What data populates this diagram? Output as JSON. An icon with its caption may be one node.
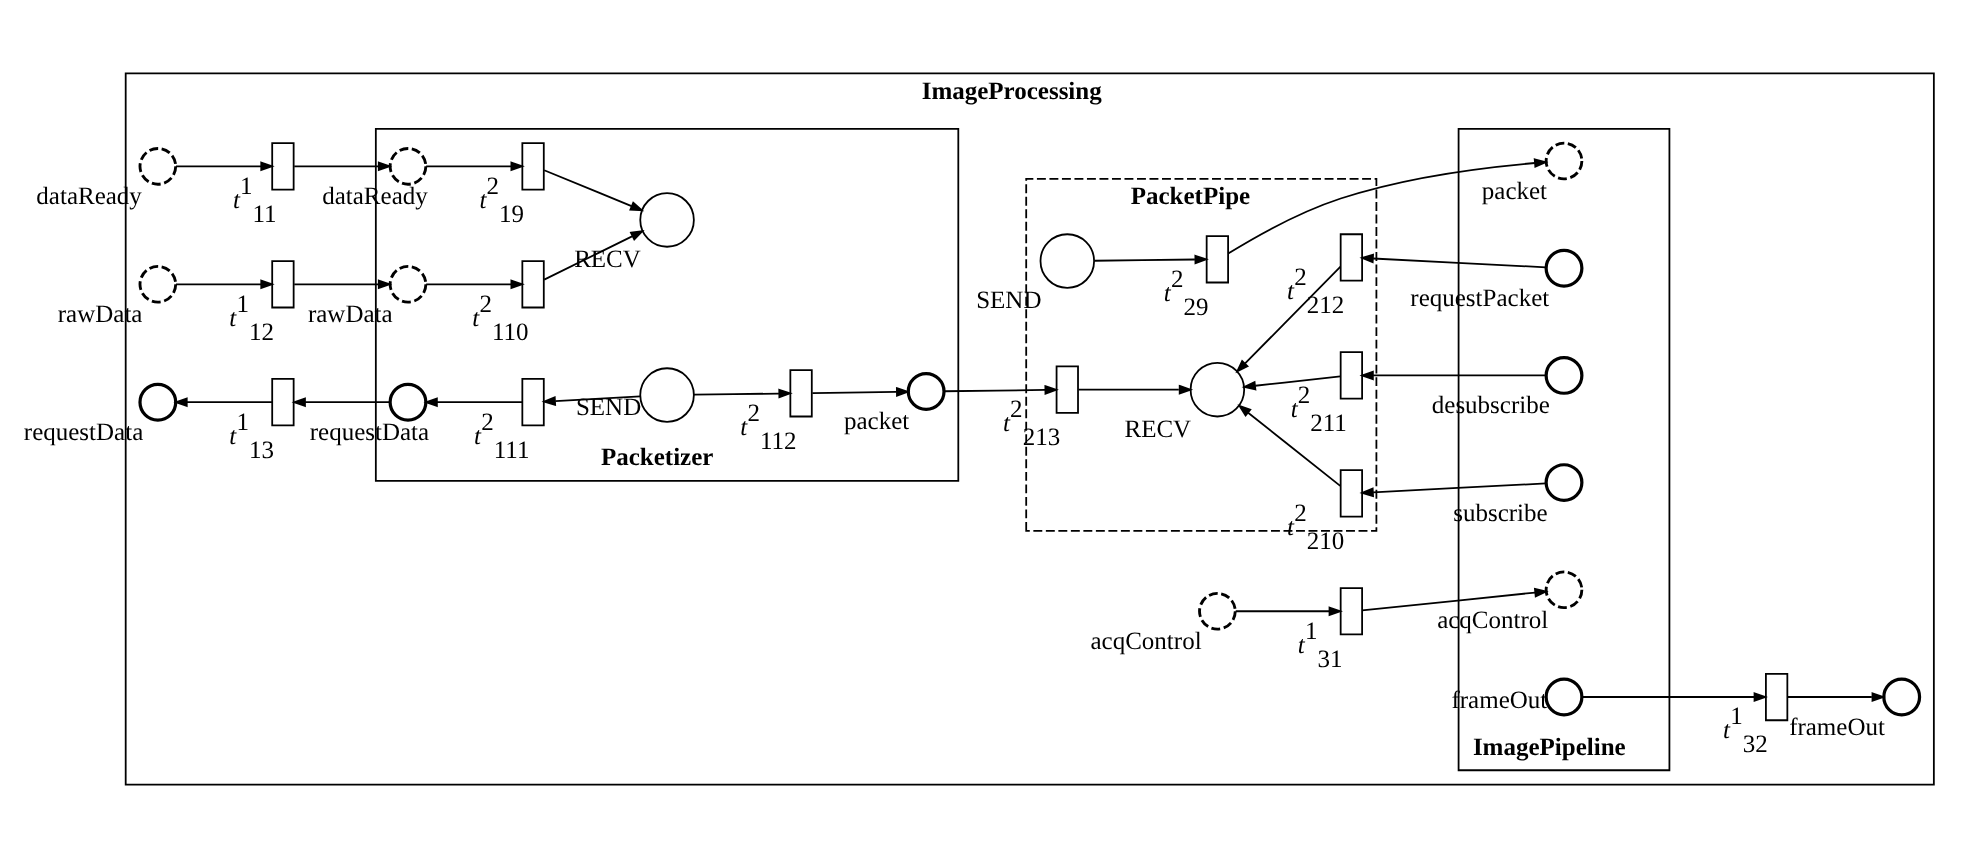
{
  "diagram": {
    "nodes": [
      {
        "text": [
          "ImageProcessing"
        ]
      },
      {
        "text": [
          "Packetizer"
        ],
        "in": 0
      },
      {
        "text": [
          "PacketPipe"
        ],
        "in": 0
      },
      {
        "text": [
          "ImagePipeline"
        ],
        "in": 0
      },
      {
        "text": [],
        "shape": "arc",
        "beside": [
          "dataReady"
        ],
        "in": 0
      },
      {
        "text": [],
        "shape": "arc",
        "beside": [
          "rawData"
        ],
        "in": 0
      },
      {
        "text": [],
        "shape": "semicircle",
        "beside": [
          "requestData"
        ],
        "in": 0
      },
      {
        "text": [],
        "shape": "box",
        "beside": [
          "*t*$^{1}$$_{11}$"
        ],
        "in": 0
      },
      {
        "text": [],
        "shape": "box",
        "beside": [
          "*t*$^{1}$$_{12}$"
        ],
        "in": 0
      },
      {
        "text": [],
        "shape": "box",
        "beside": [
          "*t*$^{1}$$_{13}$"
        ],
        "in": 0
      },
      {
        "text": [],
        "shape": "arc",
        "beside": [
          "dataReady"
        ],
        "in": 1
      },
      {
        "text": [],
        "shape": "arc",
        "beside": [
          "rawData"
        ],
        "in": 1
      },
      {
        "text": [],
        "shape": "semicircle",
        "beside": [
          "requestData"
        ],
        "in": 1
      },
      {
        "text": [],
        "shape": "box",
        "beside": [
          "*t*$^{2}$$_{19}$"
        ],
        "in": 1
      },
      {
        "text": [],
        "shape": "box",
        "beside": [
          "*t*$^{2}$$_{110}$"
        ],
        "in": 1
      },
      {
        "text": [],
        "shape": "box",
        "beside": [
          "*t*$^{2}$$_{111}$"
        ],
        "in": 1
      },
      {
        "text": [],
        "shape": "circle",
        "beside": [
          "RECV"
        ],
        "in": 1
      },
      {
        "text": [],
        "shape": "circle",
        "beside": [
          "SEND"
        ],
        "in": 1
      },
      {
        "text": [],
        "shape": "box",
        "beside": [
          "*t*$^{2}$$_{112}$"
        ],
        "in": 1
      },
      {
        "text": [],
        "shape": "semicircle",
        "beside": [
          "packet"
        ],
        "in": 1
      },
      {
        "text": [],
        "shape": "box",
        "beside": [
          "*t*$^{2}$$_{213}$"
        ],
        "in": 2
      },
      {
        "text": [],
        "shape": "circle",
        "beside": [
          "RECV"
        ],
        "in": 2
      },
      {
        "text": [],
        "shape": "circle",
        "beside": [
          "SEND"
        ],
        "in": 2
      },
      {
        "text": [],
        "shape": "box",
        "beside": [
          "*t*$^{2}$$_{29}$"
        ],
        "in": 2
      },
      {
        "text": [],
        "shape": "box",
        "beside": [
          "*t*$^{2}$$_{210}$"
        ],
        "in": 2
      },
      {
        "text": [],
        "shape": "box",
        "beside": [
          "*t*$^{2}$$_{211}$"
        ],
        "in": 2
      },
      {
        "text": [],
        "shape": "box",
        "beside": [
          "*t*$^{2}$$_{212}$"
        ],
        "in": 2
      },
      {
        "text": [],
        "shape": "arc",
        "beside": [
          "packet"
        ],
        "in": 3
      },
      {
        "text": [],
        "shape": "semicircle",
        "beside": [
          "subscribe"
        ],
        "in": 3
      },
      {
        "text": [],
        "shape": "semicircle",
        "beside": [
          "desubscribe"
        ],
        "in": 3
      },
      {
        "text": [],
        "shape": "semicircle",
        "beside": [
          "requestPacket"
        ],
        "in": 3
      },
      {
        "text": [],
        "shape": "arc",
        "beside": [
          "acqControl"
        ],
        "in": 3
      },
      {
        "text": [],
        "shape": "semicircle",
        "beside": [
          "frameOut"
        ],
        "in": 3
      },
      {
        "text": [],
        "shape": "arc",
        "beside": [
          "acqControl"
        ],
        "in": 0
      },
      {
        "text": [],
        "shape": "box",
        "beside": [
          "*t*$^{1}$$_{31}$"
        ],
        "in": 0
      },
      {
        "text": [],
        "shape": "box",
        "beside": [
          "*t*$^{1}$$_{32}$"
        ],
        "in": 0
      },
      {
        "text": [],
        "shape": "semicircle",
        "beside": [
          "frameOut"
        ],
        "in": 0
      }
    ],
    "edges": [
      {
        "from": 4,
        "to": 7,
        "arrow": "to"
      },
      {
        "from": 7,
        "to": 10,
        "arrow": "to"
      },
      {
        "from": 10,
        "to": 13,
        "arrow": "to"
      },
      {
        "from": 13,
        "to": 16,
        "arrow": "to"
      },
      {
        "from": 5,
        "to": 8,
        "arrow": "to"
      },
      {
        "from": 8,
        "to": 11,
        "arrow": "to"
      },
      {
        "from": 11,
        "to": 14,
        "arrow": "to"
      },
      {
        "from": 14,
        "to": 16,
        "arrow": "to"
      },
      {
        "from": 12,
        "to": 9,
        "arrow": "to"
      },
      {
        "from": 9,
        "to": 6,
        "arrow": "to"
      },
      {
        "from": 17,
        "to": 15,
        "arrow": "to"
      },
      {
        "from": 15,
        "to": 12,
        "arrow": "to"
      },
      {
        "from": 17,
        "to": 18,
        "arrow": "to"
      },
      {
        "from": 18,
        "to": 19,
        "arrow": "to"
      },
      {
        "from": 19,
        "to": 20,
        "arrow": "to"
      },
      {
        "from": 20,
        "to": 21,
        "arrow": "to"
      },
      {
        "from": 22,
        "to": 23,
        "arrow": "to"
      },
      {
        "from": 23,
        "to": 27,
        "arrow": "to"
      },
      {
        "from": 28,
        "to": 24,
        "arrow": "to"
      },
      {
        "from": 24,
        "to": 21,
        "arrow": "to"
      },
      {
        "from": 29,
        "to": 25,
        "arrow": "to"
      },
      {
        "from": 25,
        "to": 21,
        "arrow": "to"
      },
      {
        "from": 30,
        "to": 26,
        "arrow": "to"
      },
      {
        "from": 26,
        "to": 21,
        "arrow": "to"
      },
      {
        "from": 33,
        "to": 34,
        "arrow": "to"
      },
      {
        "from": 34,
        "to": 31,
        "arrow": "to"
      },
      {
        "from": 32,
        "to": 35,
        "arrow": "to"
      },
      {
        "from": 35,
        "to": 36,
        "arrow": "to"
      }
    ]
  }
}
